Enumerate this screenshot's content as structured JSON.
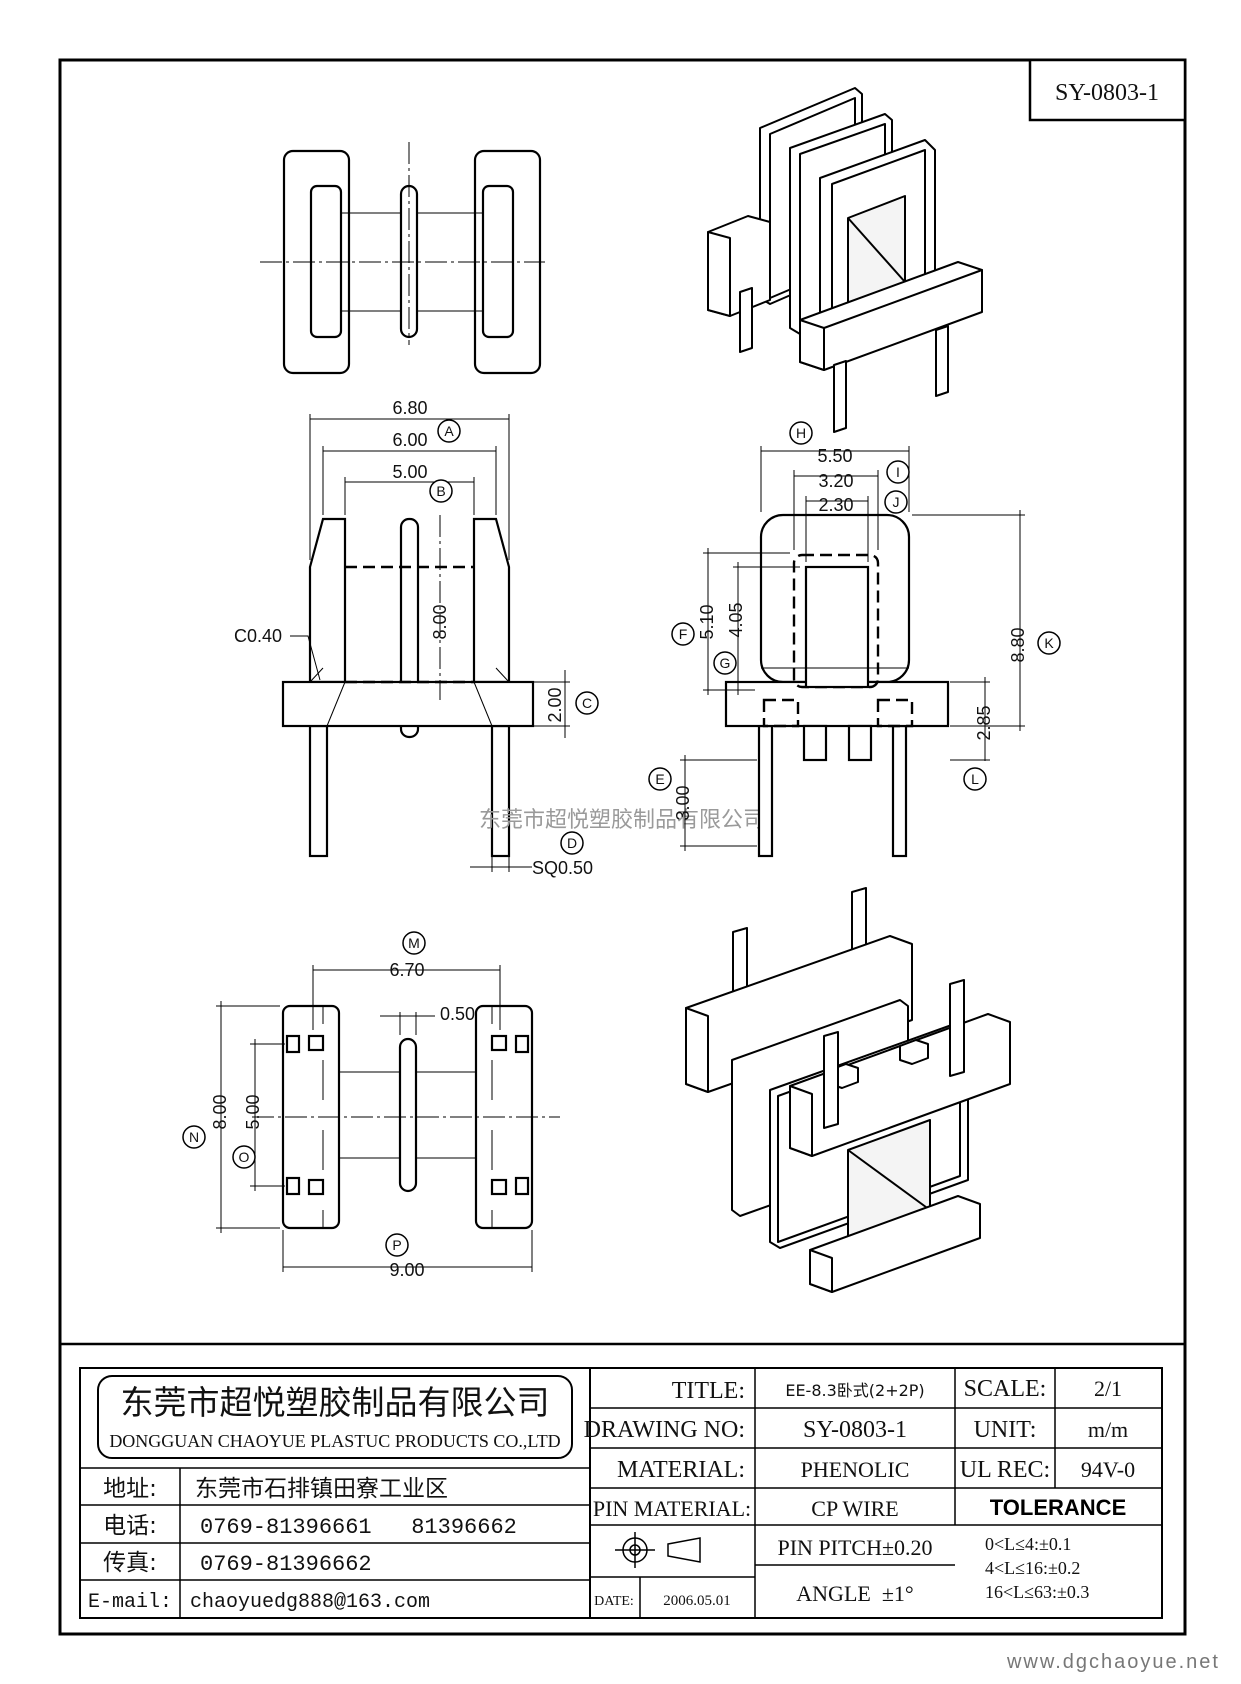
{
  "drawing_number_box": "SY-0803-1",
  "dimensions": {
    "A": {
      "letter": "A",
      "values": [
        "6.80",
        "6.00"
      ]
    },
    "B": {
      "letter": "B",
      "value": "5.00"
    },
    "height_8": "8.00",
    "C": {
      "letter": "C",
      "value": "2.00"
    },
    "chamfer": "C0.40",
    "D": {
      "letter": "D",
      "value": "SQ0.50"
    },
    "H": {
      "letter": "H",
      "value": "5.50"
    },
    "I": {
      "letter": "I",
      "value": "3.20"
    },
    "J": {
      "letter": "J",
      "value": "2.30"
    },
    "F": {
      "letter": "F",
      "value": "5.10"
    },
    "G": {
      "letter": "G",
      "value": "4.05"
    },
    "K": {
      "letter": "K",
      "value": "8.80"
    },
    "L": {
      "letter": "L",
      "value": "2.85"
    },
    "E": {
      "letter": "E",
      "value": "3.00"
    },
    "M": {
      "letter": "M",
      "value": "6.70"
    },
    "flange_thickness": "0.50",
    "N": {
      "letter": "N",
      "value": "8.00"
    },
    "O": {
      "letter": "O",
      "value": "5.00"
    },
    "P": {
      "letter": "P",
      "value": "9.00"
    }
  },
  "watermark": "东莞市超悦塑胶制品有限公司",
  "title_block": {
    "company_cn": "东莞市超悦塑胶制品有限公司",
    "company_en": "DONGGUAN CHAOYUE PLASTUC PRODUCTS CO.,LTD",
    "address_label": "地址:",
    "address": "东莞市石排镇田寮工业区",
    "phone_label": "电话:",
    "phone": "0769-81396661   81396662",
    "fax_label": "传真:",
    "fax": "0769-81396662",
    "email_label": "E-mail:",
    "email": "chaoyuedg888@163.com",
    "title_label": "TITLE:",
    "title": "EE-8.3卧式(2+2P)",
    "scale_label": "SCALE:",
    "scale": "2/1",
    "drawing_no_label": "DRAWING NO:",
    "drawing_no": "SY-0803-1",
    "unit_label": "UNIT:",
    "unit": "m/m",
    "material_label": "MATERIAL:",
    "material": "PHENOLIC",
    "ul_label": "UL REC:",
    "ul": "94V-0",
    "pin_material_label": "PIN MATERIAL:",
    "pin_material": "CP WIRE",
    "tolerance_label": "TOLERANCE",
    "pin_pitch": "PIN PITCH±0.20",
    "tolerance_1": "0<L≤4:±0.1",
    "tolerance_2": "4<L≤16:±0.2",
    "tolerance_3": "16<L≤63:±0.3",
    "date_label": "DATE:",
    "date": "2006.05.01",
    "angle": "ANGLE  ±1°"
  },
  "website": "www.dgchaoyue.net"
}
